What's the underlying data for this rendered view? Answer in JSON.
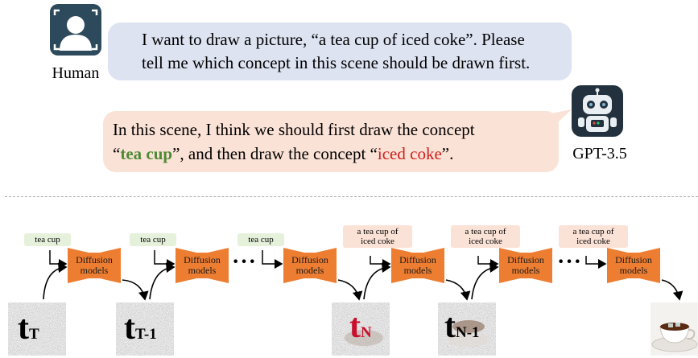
{
  "human": {
    "label": "Human",
    "icon": "user-avatar-icon"
  },
  "bot": {
    "label": "GPT-3.5",
    "icon": "robot-avatar-icon"
  },
  "human_message": {
    "line1": "I want to draw a picture, “a tea cup of iced coke”. Please",
    "line2": "tell me which concept in this scene should be drawn first."
  },
  "bot_message": {
    "line1": "In this scene, I think we should first draw the concept",
    "quote_open": "“",
    "concept1": "tea cup",
    "middle": "”, and then draw the concept “",
    "concept2": "iced coke",
    "quote_close": "”.",
    "concept1_color": "#4e8a35",
    "concept2_color": "#d11d1d"
  },
  "pipeline": {
    "stages": [
      {
        "prompt": "tea cup",
        "model_line1": "Diffusion",
        "model_line2": "models"
      },
      {
        "prompt": "tea cup",
        "model_line1": "Diffusion",
        "model_line2": "models"
      },
      {
        "prompt": "tea cup",
        "model_line1": "Diffusion",
        "model_line2": "models"
      },
      {
        "prompt_line1": "a tea cup of",
        "prompt_line2": "iced coke",
        "model_line1": "Diffusion",
        "model_line2": "models"
      },
      {
        "prompt_line1": "a tea cup of",
        "prompt_line2": "iced coke",
        "model_line1": "Diffusion",
        "model_line2": "models"
      },
      {
        "prompt_line1": "a tea cup of",
        "prompt_line2": "iced coke",
        "model_line1": "Diffusion",
        "model_line2": "models"
      }
    ],
    "ellipsis": "···",
    "timesteps": [
      {
        "main": "t",
        "sub": "T",
        "color": "#000000"
      },
      {
        "main": "t",
        "sub": "T-1",
        "color": "#000000"
      },
      {
        "main": "t",
        "sub": "N",
        "color": "#c8102e"
      },
      {
        "main": "t",
        "sub": "N-1",
        "color": "#000000"
      }
    ],
    "model_color": "#ed7d31",
    "prompt_green": "#e6f1dc",
    "prompt_pink": "#fbe2d6"
  }
}
